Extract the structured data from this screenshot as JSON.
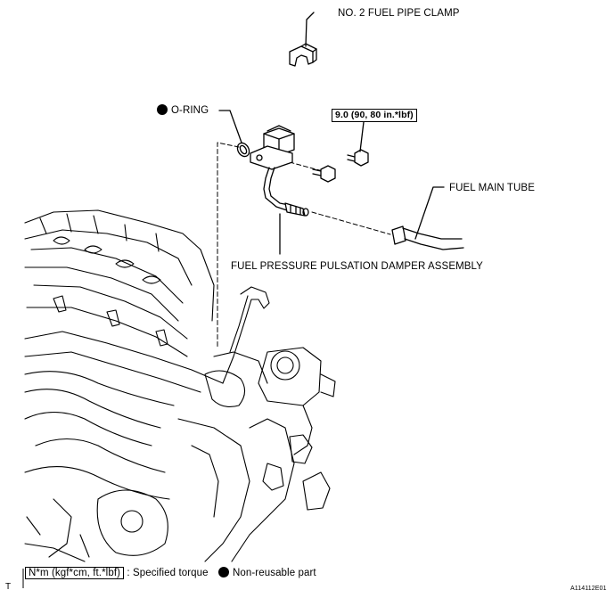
{
  "labels": {
    "clamp": "NO. 2 FUEL PIPE CLAMP",
    "oring": "O-RING",
    "torque": "9.0 (90, 80 in.*lbf)",
    "fuel_main_tube": "FUEL MAIN TUBE",
    "damper": "FUEL PRESSURE PULSATION DAMPER ASSEMBLY"
  },
  "legend": {
    "torque_units": "N*m (kgf*cm, ft.*lbf)",
    "torque_text": ": Specified torque",
    "nonreusable_text": "Non-reusable part"
  },
  "corner": {
    "left_mark": "T",
    "figure_id": "A114112E01"
  }
}
